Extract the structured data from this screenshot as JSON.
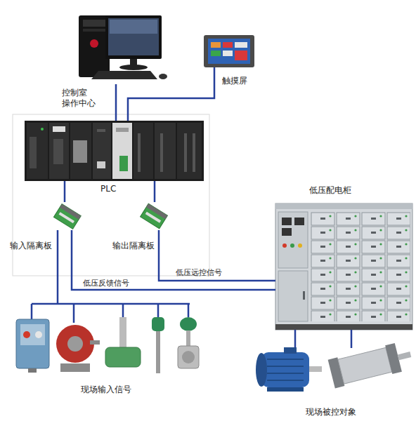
{
  "diagram": {
    "nodes": [
      {
        "text": [
          "控制室 操作中心"
        ]
      },
      {
        "text": [
          "触摸屏"
        ]
      },
      {
        "text": [
          "PLC"
        ]
      },
      {
        "text": [
          "输入隔离板"
        ]
      },
      {
        "text": [
          "输出隔离板"
        ]
      },
      {
        "text": [
          "低压配电柜"
        ]
      },
      {
        "text": [
          "现场输入信号"
        ]
      },
      {
        "text": [
          "现场被控对象"
        ]
      }
    ],
    "edges": [
      {
        "from": 0,
        "to": 2,
        "arrow": "none"
      },
      {
        "from": 1,
        "to": 2,
        "arrow": "none"
      },
      {
        "from": 2,
        "to": 3,
        "arrow": "none"
      },
      {
        "from": 2,
        "to": 4,
        "arrow": "none"
      },
      {
        "from": 4,
        "to": 5,
        "label": "低压远控信号",
        "arrow": "none"
      },
      {
        "from": 5,
        "to": 3,
        "label": "低压反馈信号",
        "arrow": "none"
      },
      {
        "from": 6,
        "to": 3,
        "arrow": "none"
      },
      {
        "from": 5,
        "to": 7,
        "arrow": "none"
      }
    ]
  }
}
